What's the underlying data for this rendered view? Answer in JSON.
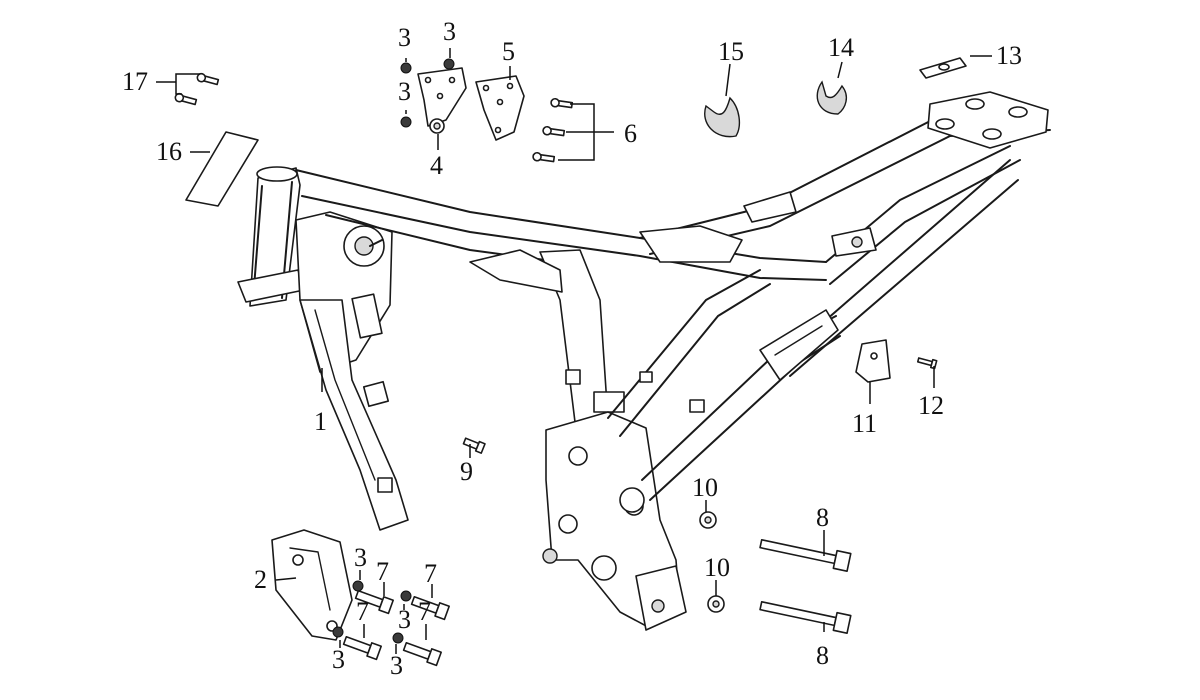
{
  "callouts": {
    "c1": "1",
    "c2": "2",
    "c3a": "3",
    "c3b": "3",
    "c3c": "3",
    "c3d": "3",
    "c3e": "3",
    "c3f": "3",
    "c3g": "3",
    "c4": "4",
    "c5": "5",
    "c6": "6",
    "c7a": "7",
    "c7b": "7",
    "c7c": "7",
    "c7d": "7",
    "c8a": "8",
    "c8b": "8",
    "c9": "9",
    "c10a": "10",
    "c10b": "10",
    "c11": "11",
    "c12": "12",
    "c13": "13",
    "c14": "14",
    "c15": "15",
    "c16": "16",
    "c17": "17"
  },
  "colors": {
    "line": "#1a1a1a",
    "background": "#ffffff",
    "part_fill": "#ffffff",
    "shade": "#d9d9d9"
  }
}
